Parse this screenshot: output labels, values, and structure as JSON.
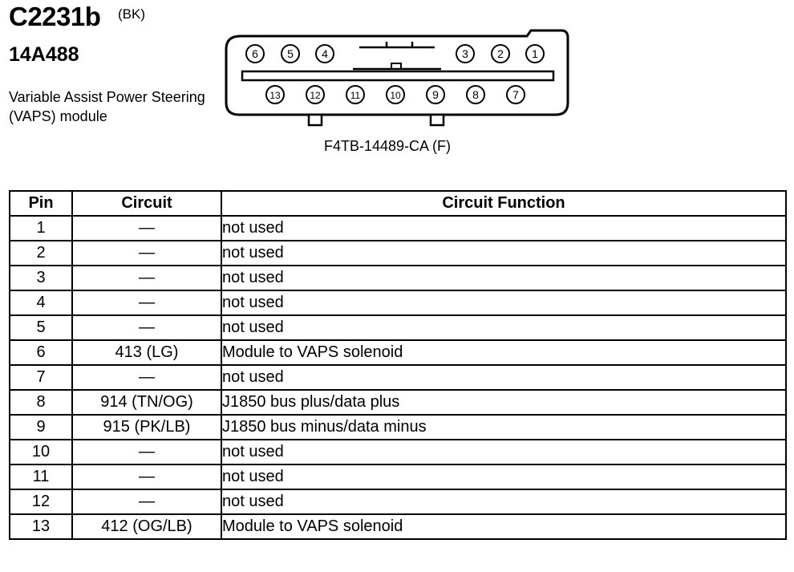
{
  "header": {
    "connector_id": "C2231b",
    "color_code": "(BK)",
    "part_number": "14A488",
    "description": "Variable Assist Power Steering (VAPS) module"
  },
  "connector": {
    "label": "F4TB-14489-CA (F)",
    "top_row_pins": [
      "6",
      "5",
      "4",
      "3",
      "2",
      "1"
    ],
    "bottom_row_pins": [
      "13",
      "12",
      "11",
      "10",
      "9",
      "8",
      "7"
    ]
  },
  "table": {
    "headers": {
      "pin": "Pin",
      "circuit": "Circuit",
      "function": "Circuit Function"
    },
    "rows": [
      {
        "pin": "1",
        "circuit": "—",
        "function": "not used"
      },
      {
        "pin": "2",
        "circuit": "—",
        "function": "not used"
      },
      {
        "pin": "3",
        "circuit": "—",
        "function": "not used"
      },
      {
        "pin": "4",
        "circuit": "—",
        "function": "not used"
      },
      {
        "pin": "5",
        "circuit": "—",
        "function": "not used"
      },
      {
        "pin": "6",
        "circuit": "413 (LG)",
        "function": "Module to VAPS solenoid"
      },
      {
        "pin": "7",
        "circuit": "—",
        "function": "not used"
      },
      {
        "pin": "8",
        "circuit": "914 (TN/OG)",
        "function": "J1850 bus plus/data plus"
      },
      {
        "pin": "9",
        "circuit": "915 (PK/LB)",
        "function": "J1850 bus minus/data minus"
      },
      {
        "pin": "10",
        "circuit": "—",
        "function": "not used"
      },
      {
        "pin": "11",
        "circuit": "—",
        "function": "not used"
      },
      {
        "pin": "12",
        "circuit": "—",
        "function": "not used"
      },
      {
        "pin": "13",
        "circuit": "412 (OG/LB)",
        "function": "Module to VAPS solenoid"
      }
    ]
  }
}
